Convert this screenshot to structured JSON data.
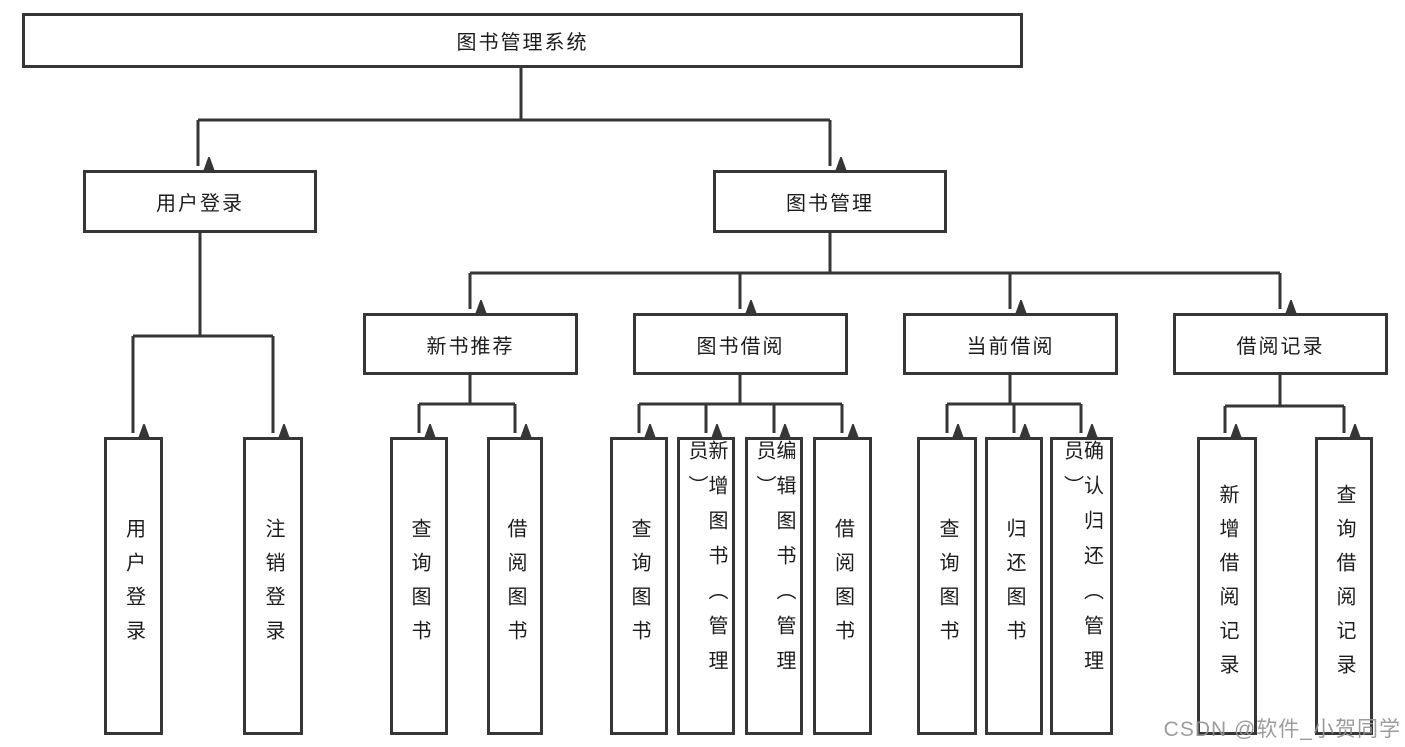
{
  "diagram": {
    "title": "图书管理系统",
    "watermark": "CSDN @软件_小贺同学",
    "colors": {
      "line": "#363636",
      "box_border": "#363636",
      "text": "#1c1c1c",
      "background": "#ffffff",
      "watermark_gray": "#949494"
    },
    "nodes": {
      "root": {
        "label": "图书管理系统",
        "level": 1
      },
      "user_login": {
        "label": "用户登录",
        "level": 2,
        "parent": "root"
      },
      "book_mgmt": {
        "label": "图书管理",
        "level": 2,
        "parent": "root"
      },
      "new_book_rec": {
        "label": "新书推荐",
        "level": 3,
        "parent": "book_mgmt"
      },
      "book_borrow": {
        "label": "图书借阅",
        "level": 3,
        "parent": "book_mgmt"
      },
      "current_borrow": {
        "label": "当前借阅",
        "level": 3,
        "parent": "book_mgmt"
      },
      "borrow_records": {
        "label": "借阅记录",
        "level": 3,
        "parent": "book_mgmt"
      },
      "leaf_user_login": {
        "label": "用户登录",
        "level": 4,
        "parent": "user_login"
      },
      "leaf_logout": {
        "label": "注销登录",
        "level": 4,
        "parent": "user_login"
      },
      "leaf_rec_query": {
        "label": "查询图书",
        "level": 4,
        "parent": "new_book_rec"
      },
      "leaf_rec_borrow": {
        "label": "借阅图书",
        "level": 4,
        "parent": "new_book_rec"
      },
      "leaf_bb_query": {
        "label": "查询图书",
        "level": 4,
        "parent": "book_borrow"
      },
      "leaf_bb_add": {
        "label": "新增图书（管理员）",
        "level": 4,
        "parent": "book_borrow"
      },
      "leaf_bb_edit": {
        "label": "编辑图书（管理员）",
        "level": 4,
        "parent": "book_borrow"
      },
      "leaf_bb_borrow": {
        "label": "借阅图书",
        "level": 4,
        "parent": "book_borrow"
      },
      "leaf_cb_query": {
        "label": "查询图书",
        "level": 4,
        "parent": "current_borrow"
      },
      "leaf_cb_return": {
        "label": "归还图书",
        "level": 4,
        "parent": "current_borrow"
      },
      "leaf_cb_confirm": {
        "label": "确认归还（管理员）",
        "level": 4,
        "parent": "current_borrow"
      },
      "leaf_br_add": {
        "label": "新增借阅记录",
        "level": 4,
        "parent": "borrow_records"
      },
      "leaf_br_query": {
        "label": "查询借阅记录",
        "level": 4,
        "parent": "borrow_records"
      }
    }
  }
}
